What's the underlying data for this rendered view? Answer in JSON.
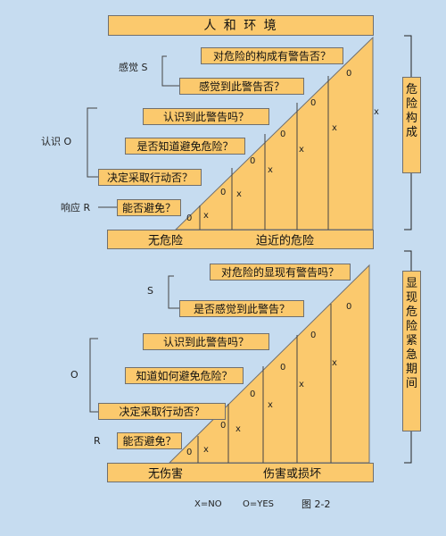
{
  "title": "人 和 环 境",
  "panel1": {
    "side_label": "危险构成",
    "questions": [
      "对危险的构成有警告否？",
      "感觉到此警告否？",
      "认识到此警告吗？",
      "是否知道避免危险？",
      "决定采取行动否？",
      "能否避免？"
    ],
    "group_labels": {
      "sense": "感觉 S",
      "recognize": "认识 O",
      "respond": "响应 R"
    },
    "base_left": "无危险",
    "base_right": "迫近的危险",
    "mark_o": "0",
    "mark_x": "x"
  },
  "panel2": {
    "side_label": "显现危险紧急期间",
    "questions": [
      "对危险的显现有警告吗？",
      "是否感觉到此警告？",
      "认识到此警告吗？",
      "知道如何避免危险？",
      "决定采取行动否？",
      "能否避免？"
    ],
    "group_labels": {
      "sense": "S",
      "recognize": "O",
      "respond": "R"
    },
    "base_left": "无伤害",
    "base_right": "伤害或损坏",
    "mark_o": "0",
    "mark_x": "x"
  },
  "legend": {
    "x_no": "X=NO",
    "o_yes": "O=YES",
    "figure": "图 2-2"
  }
}
